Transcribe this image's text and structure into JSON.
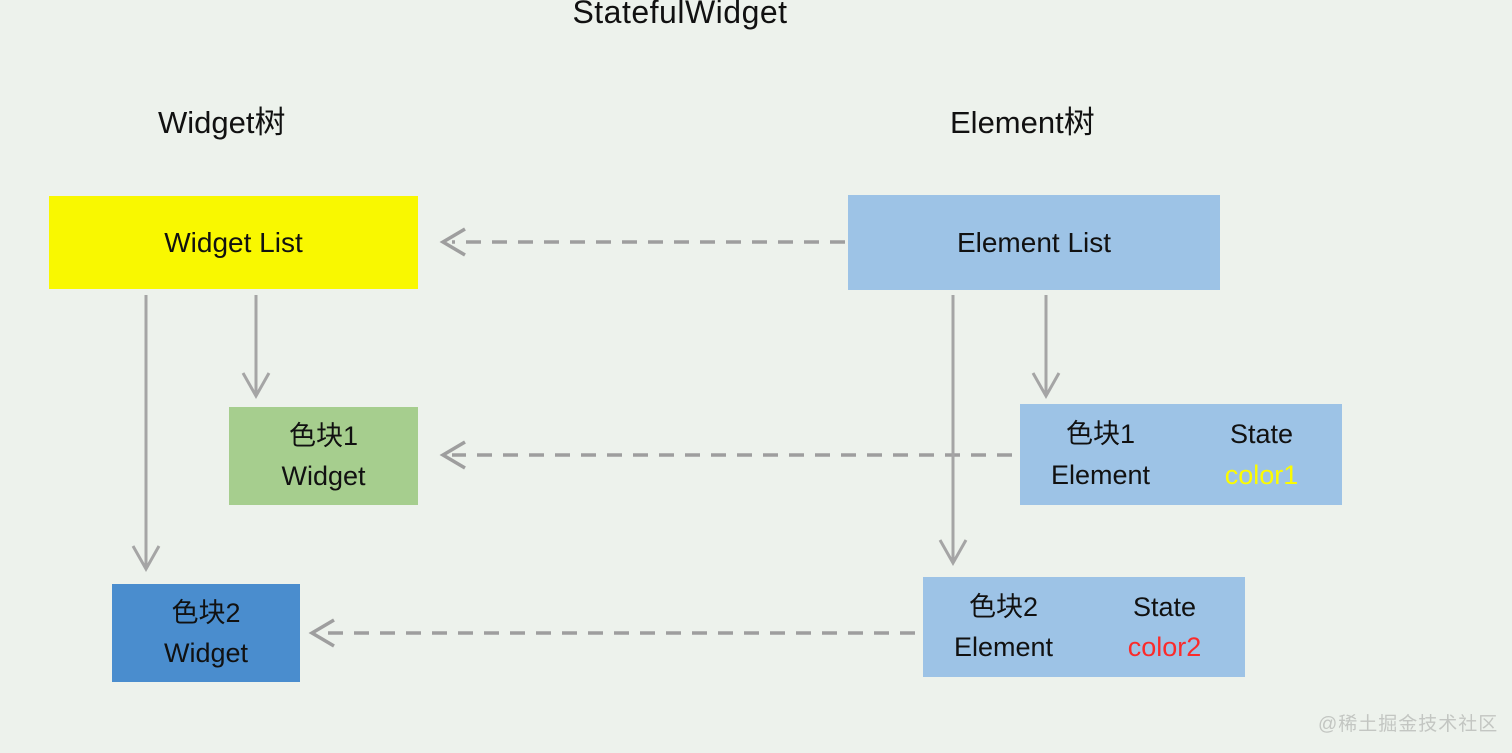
{
  "title": "StatefulWidget",
  "headers": {
    "widget_tree": "Widget树",
    "element_tree": "Element树"
  },
  "colors": {
    "background": "#EDF2EC",
    "widget_list_bg": "#F9F800",
    "element_box_bg": "#9DC3E6",
    "block1_widget_bg": "#A6CE8E",
    "block2_widget_bg": "#4A8DCE",
    "state_color1_text": "#FCFC00",
    "state_color2_text": "#FB2B2B",
    "arrow": "#9E9E9E",
    "text": "#111111"
  },
  "boxes": {
    "widget_list": {
      "label": "Widget List"
    },
    "element_list": {
      "label": "Element List"
    },
    "block1_widget": {
      "line1": "色块1",
      "line2": "Widget"
    },
    "block1_element": {
      "name_line1": "色块1",
      "name_line2": "Element",
      "state_label": "State",
      "state_value": "color1"
    },
    "block2_widget": {
      "line1": "色块2",
      "line2": "Widget"
    },
    "block2_element": {
      "name_line1": "色块2",
      "name_line2": "Element",
      "state_label": "State",
      "state_value": "color2"
    }
  },
  "watermark": "@稀土掘金技术社区"
}
